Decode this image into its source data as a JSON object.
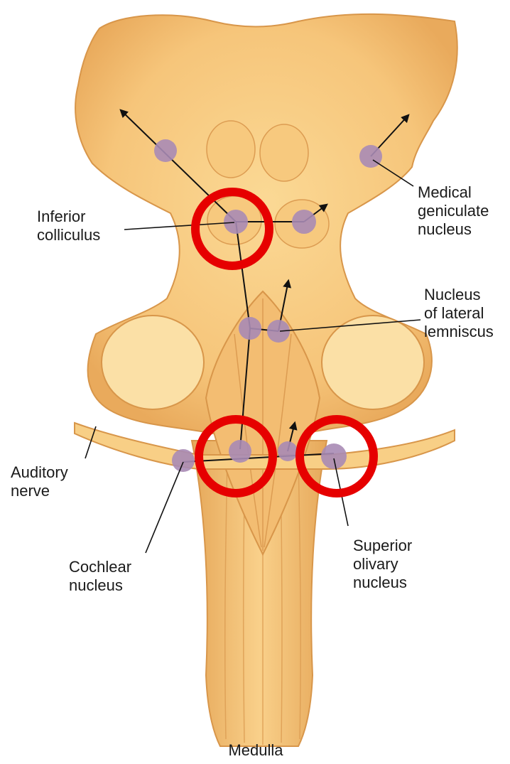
{
  "diagram": {
    "labels": {
      "inferior_colliculus": "Inferior\ncolliculus",
      "medical_geniculate": "Medical\ngeniculate\nnucleus",
      "lateral_lemniscus": "Nucleus\nof lateral\nlemniscus",
      "auditory_nerve": "Auditory\nnerve",
      "cochlear_nucleus": "Cochlear\nnucleus",
      "superior_olivary": "Superior\nolivary\nnucleus",
      "medulla": "Medulla"
    },
    "colors": {
      "tissue": "#f8cf86",
      "tissue_shadow": "#e8ad5e",
      "tissue_edge": "#d8964a",
      "cut_surface": "#fbe0a6",
      "nucleus": "#a98bb5",
      "pathway": "#111111",
      "highlight_ring": "#e60000"
    }
  }
}
